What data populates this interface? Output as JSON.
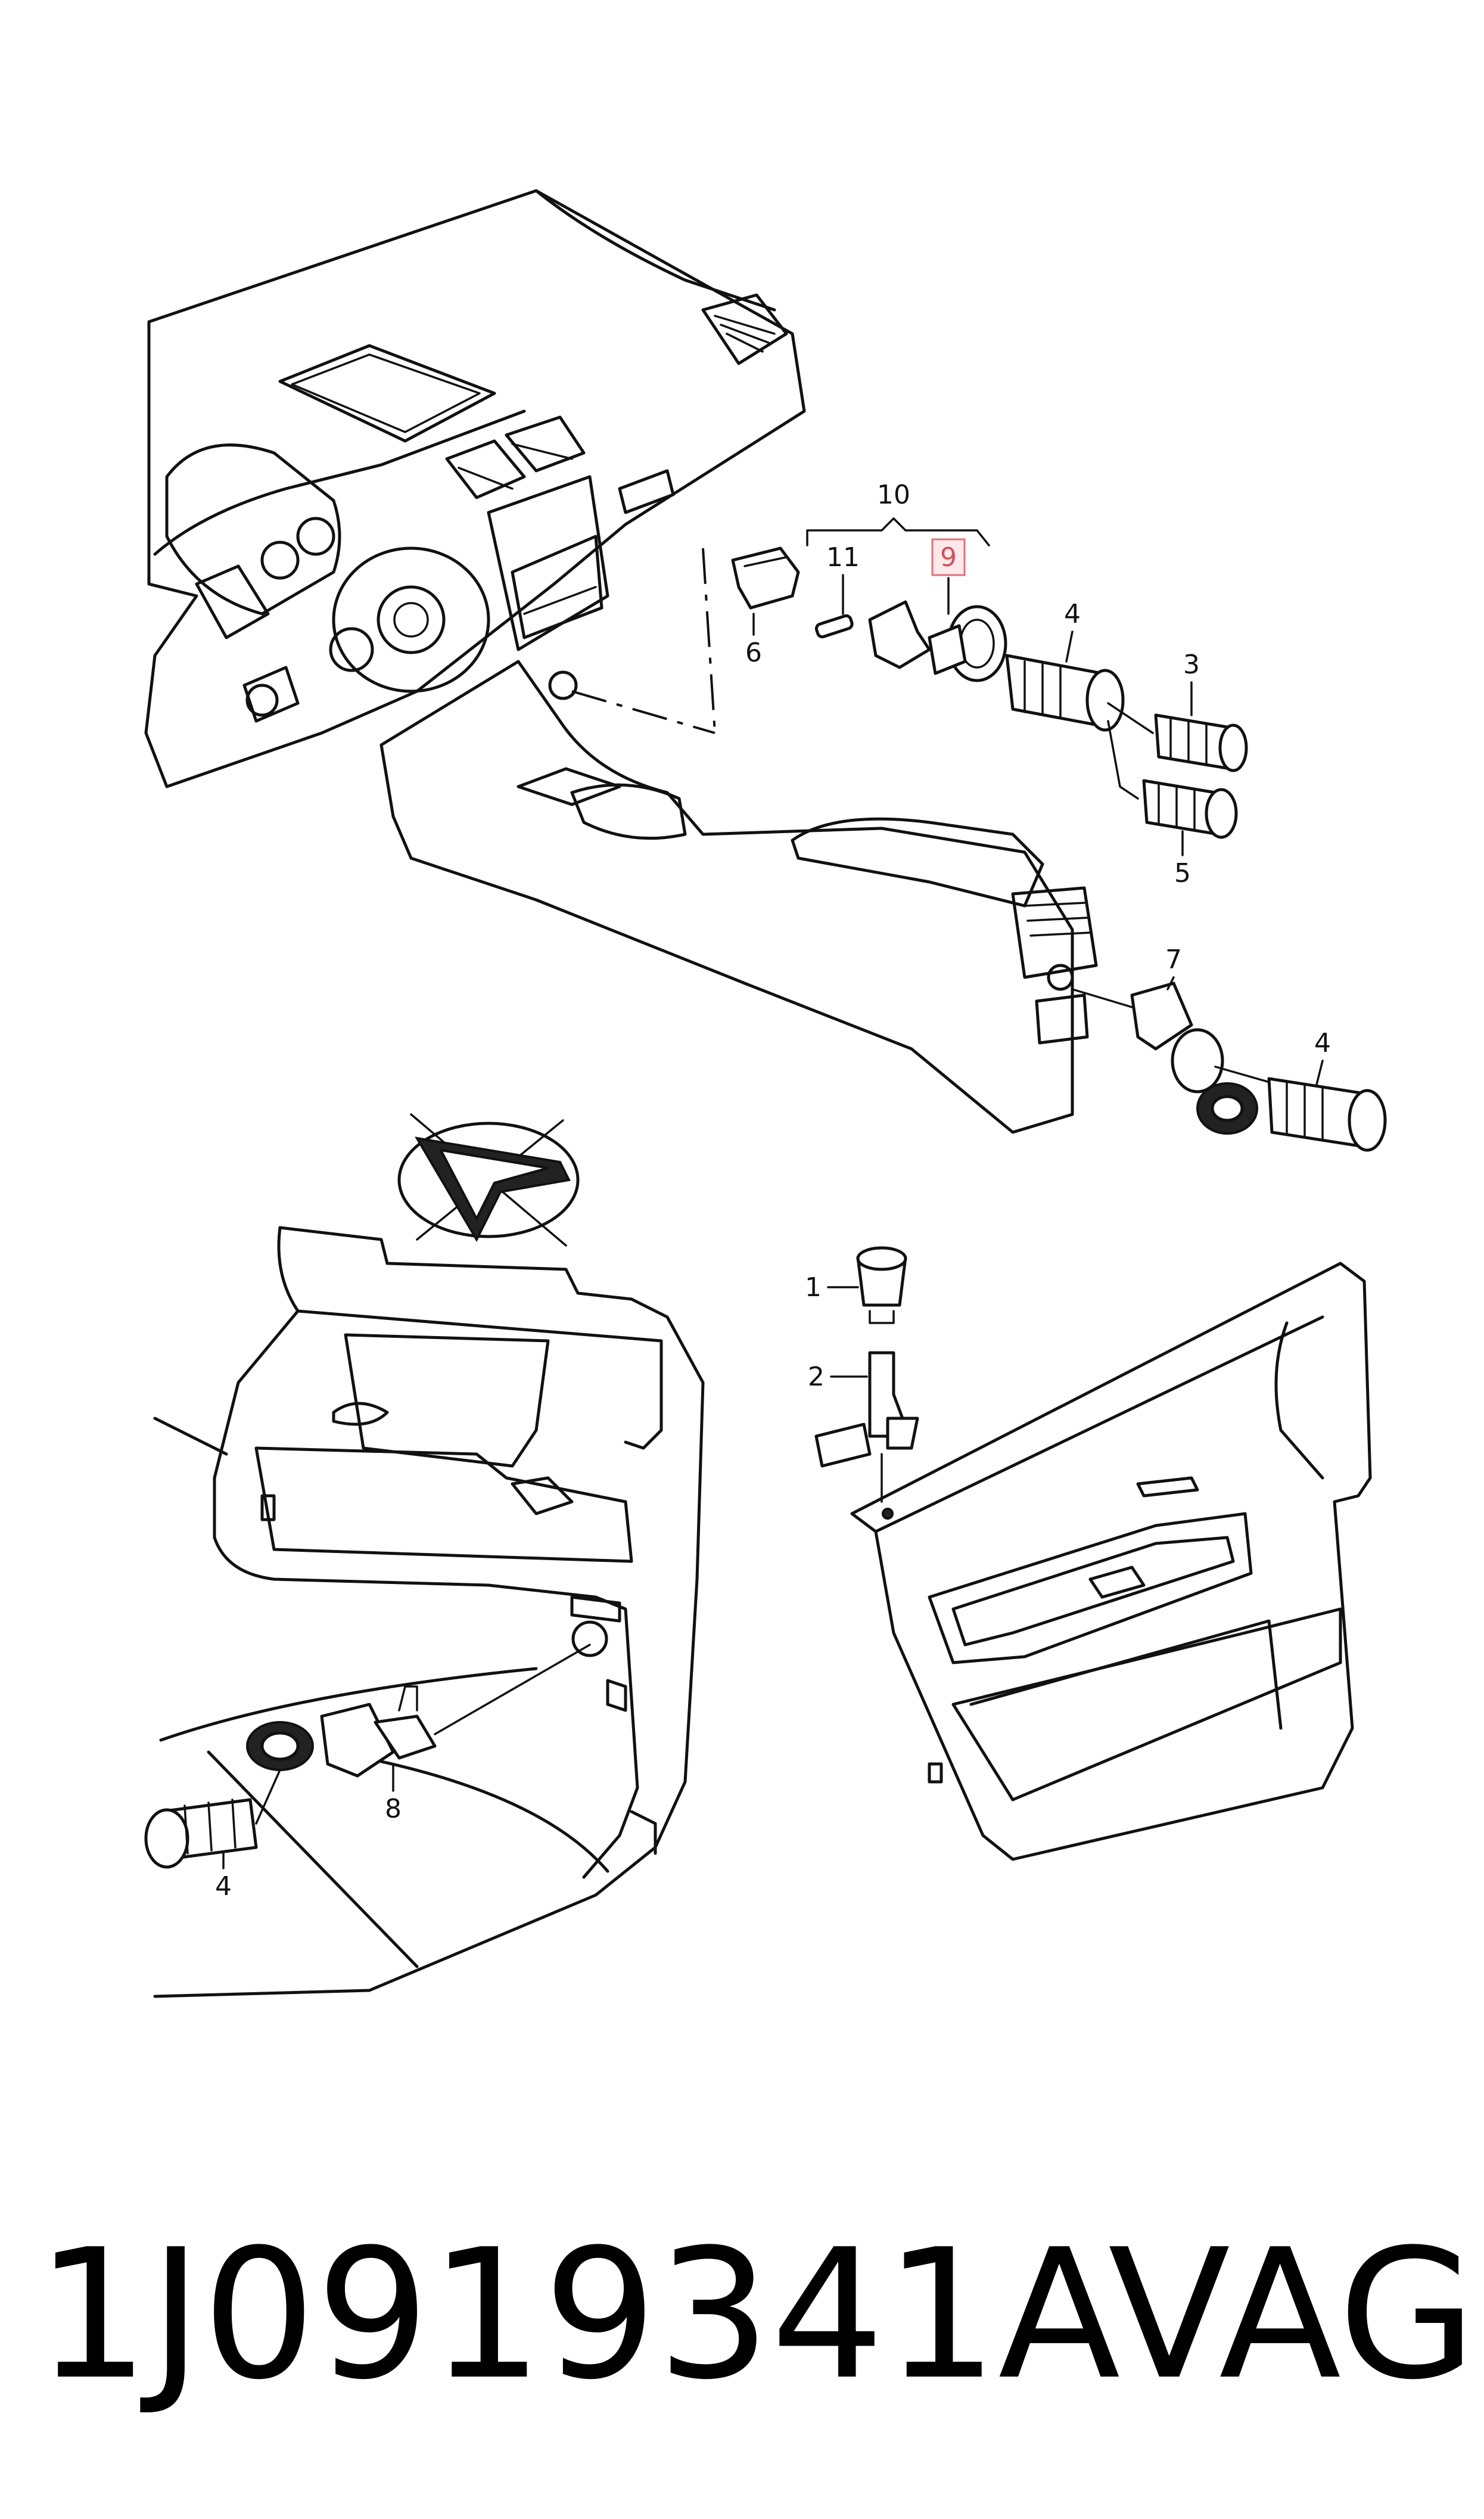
{
  "diagram": {
    "callouts": {
      "c1": "1",
      "c2": "2",
      "c3": "3",
      "c4a": "4",
      "c4b": "4",
      "c4c": "4",
      "c5": "5",
      "c6": "6",
      "c7": "7",
      "c8": "8",
      "c9": "9",
      "c10": "10",
      "c11": "11"
    },
    "highlighted_callout": "9",
    "highlight_color": "#e0707a"
  },
  "caption": {
    "part_number": "1J0919341A",
    "brand": "VAG"
  }
}
